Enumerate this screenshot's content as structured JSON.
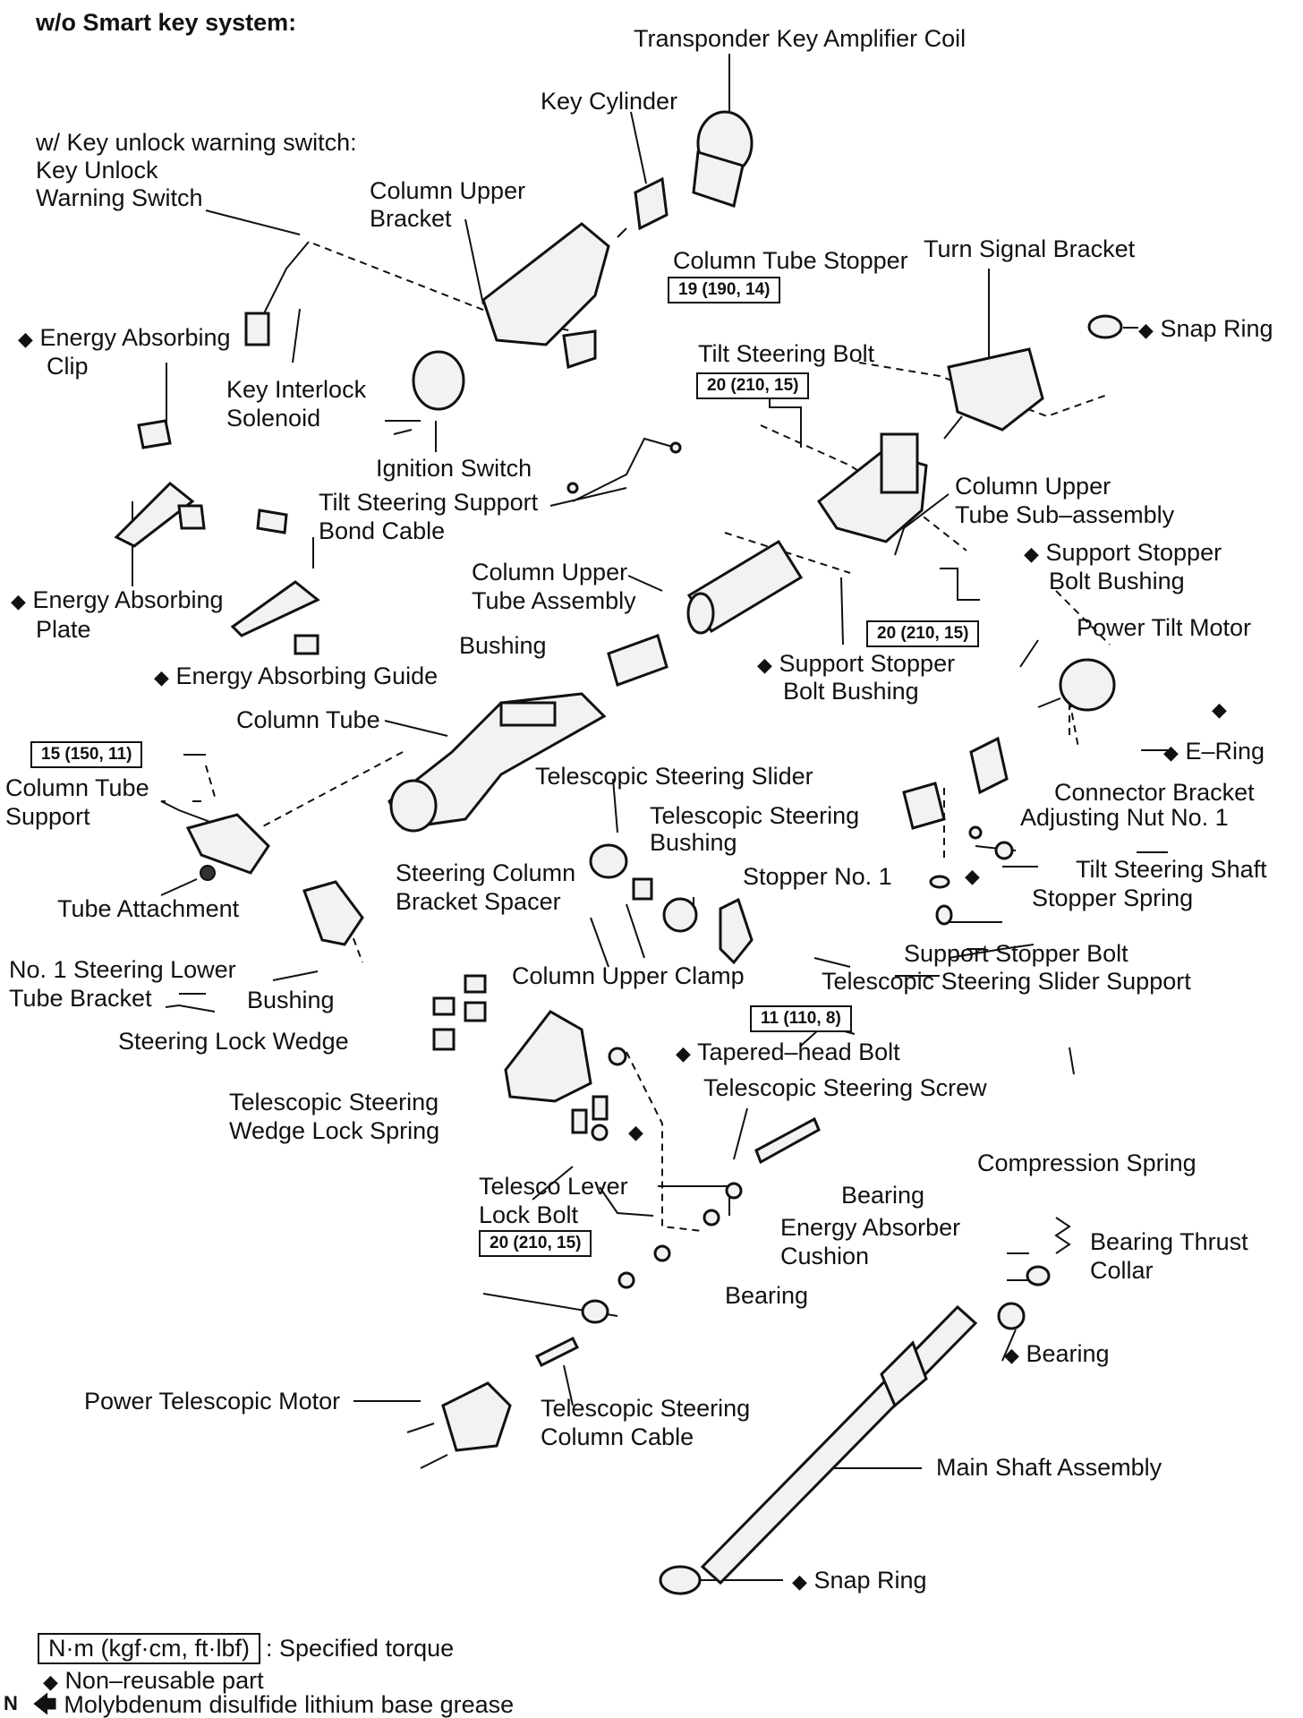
{
  "title": "w/o Smart key system:",
  "labels": {
    "transponder": "Transponder Key Amplifier Coil",
    "key_cylinder": "Key Cylinder",
    "key_unlock_1": "w/ Key unlock warning switch:",
    "key_unlock_2": "Key Unlock",
    "key_unlock_3": "Warning Switch",
    "col_upper_bracket_1": "Column Upper",
    "col_upper_bracket_2": "Bracket",
    "col_tube_stopper": "Column Tube Stopper",
    "turn_signal": "Turn Signal Bracket",
    "snap_ring_top": "Snap Ring",
    "ea_clip_1": "Energy Absorbing",
    "ea_clip_2": "Clip",
    "key_interlock_1": "Key Interlock",
    "key_interlock_2": "Solenoid",
    "tilt_bolt": "Tilt Steering Bolt",
    "ignition": "Ignition Switch",
    "bond_cable_1": "Tilt Steering Support",
    "bond_cable_2": "Bond Cable",
    "col_upper_sub_1": "Column Upper",
    "col_upper_sub_2": "Tube Sub–assembly",
    "sup_bushing_right_1": "Support Stopper",
    "sup_bushing_right_2": "Bolt Bushing",
    "col_upper_assy_1": "Column Upper",
    "col_upper_assy_2": "Tube Assembly",
    "ea_plate_1": "Energy Absorbing",
    "ea_plate_2": "Plate",
    "power_tilt": "Power Tilt Motor",
    "bushing_mid": "Bushing",
    "sup_bushing_mid_1": "Support Stopper",
    "sup_bushing_mid_2": "Bolt Bushing",
    "ea_guide": "Energy Absorbing Guide",
    "column_tube": "Column Tube",
    "e_ring": "E–Ring",
    "col_tube_support_1": "Column Tube",
    "col_tube_support_2": "Support",
    "tele_slider": "Telescopic Steering Slider",
    "connector_bracket": "Connector Bracket",
    "adjusting_nut": "Adjusting Nut No. 1",
    "tele_bushing_1": "Telescopic Steering",
    "tele_bushing_2": "Bushing",
    "tilt_shaft": "Tilt Steering Shaft",
    "spacer_1": "Steering Column",
    "spacer_2": "Bracket Spacer",
    "stopper_no1": "Stopper No. 1",
    "tube_attachment": "Tube Attachment",
    "stopper_spring": "Stopper Spring",
    "sup_stopper_bolt": "Support Stopper Bolt",
    "no1_lower_1": "No. 1 Steering Lower",
    "no1_lower_2": "Tube Bracket",
    "col_upper_clamp": "Column Upper Clamp",
    "slider_support": "Telescopic Steering Slider Support",
    "bushing_left": "Bushing",
    "lock_wedge": "Steering Lock Wedge",
    "tapered_bolt": "Tapered–head Bolt",
    "wedge_spring_1": "Telescopic Steering",
    "wedge_spring_2": "Wedge Lock Spring",
    "tele_screw": "Telescopic Steering Screw",
    "compression_spring": "Compression Spring",
    "telesco_bolt_1": "Telesco Lever",
    "telesco_bolt_2": "Lock Bolt",
    "bearing_1": "Bearing",
    "ea_cushion_1": "Energy Absorber",
    "ea_cushion_2": "Cushion",
    "thrust_collar_1": "Bearing Thrust",
    "thrust_collar_2": "Collar",
    "bearing_2": "Bearing",
    "bearing_3": "Bearing",
    "power_tele_motor": "Power Telescopic Motor",
    "tele_cable_1": "Telescopic Steering",
    "tele_cable_2": "Column Cable",
    "main_shaft": "Main Shaft Assembly",
    "snap_ring_bottom": "Snap Ring"
  },
  "torques": {
    "col_tube_stopper": "19 (190, 14)",
    "tilt_bolt": "20 (210, 15)",
    "col_upper_sub": "20 (210, 15)",
    "col_tube_support": "15 (150, 11)",
    "slider_support": "11 (110, 8)",
    "telesco_bolt": "20 (210, 15)"
  },
  "legend": {
    "torque_box": "N·m (kgf·cm, ft·lbf)",
    "torque_text": ": Specified torque",
    "non_reusable": "Non–reusable part",
    "grease": "Molybdenum disulfide lithium base grease"
  },
  "corner_mark": "N",
  "symbols": {
    "diamond": "◆",
    "arrow": "🡄"
  }
}
